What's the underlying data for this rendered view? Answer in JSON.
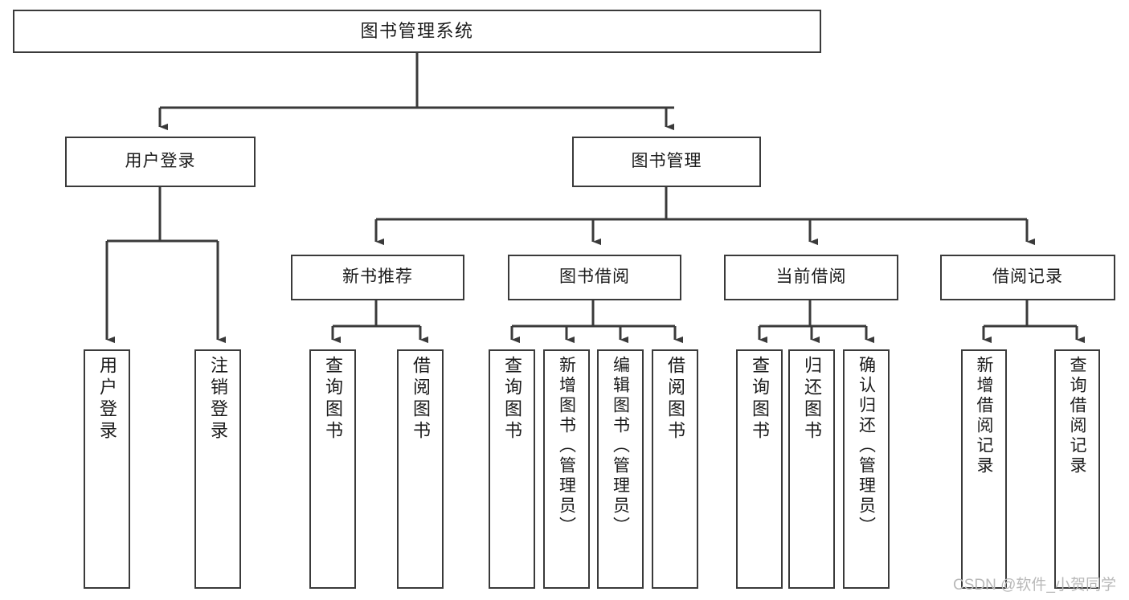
{
  "diagram": {
    "title": "图书管理系统",
    "type": "tree-hierarchy-chart",
    "root": {
      "label": "图书管理系统"
    },
    "level2": [
      {
        "label": "用户登录"
      },
      {
        "label": "图书管理"
      }
    ],
    "level3": [
      {
        "label": "新书推荐"
      },
      {
        "label": "图书借阅"
      },
      {
        "label": "当前借阅"
      },
      {
        "label": "借阅记录"
      }
    ],
    "leaves": {
      "user_login": [
        {
          "label": "用户登录"
        },
        {
          "label": "注销登录"
        }
      ],
      "new_book_recommend": [
        {
          "label": "查询图书"
        },
        {
          "label": "借阅图书"
        }
      ],
      "book_borrow": [
        {
          "label": "查询图书"
        },
        {
          "label": "新增图书（管理员）"
        },
        {
          "label": "编辑图书（管理员）"
        },
        {
          "label": "借阅图书"
        }
      ],
      "current_borrow": [
        {
          "label": "查询图书"
        },
        {
          "label": "归还图书"
        },
        {
          "label": "确认归还（管理员）"
        }
      ],
      "borrow_record": [
        {
          "label": "新增借阅记录"
        },
        {
          "label": "查询借阅记录"
        }
      ]
    }
  },
  "watermark": {
    "text": "CSDN @软件_小贺同学"
  },
  "colors": {
    "stroke": "#3a3a3a",
    "background": "#ffffff",
    "text": "#1b1b1b",
    "watermark": "#b9b9b9"
  }
}
